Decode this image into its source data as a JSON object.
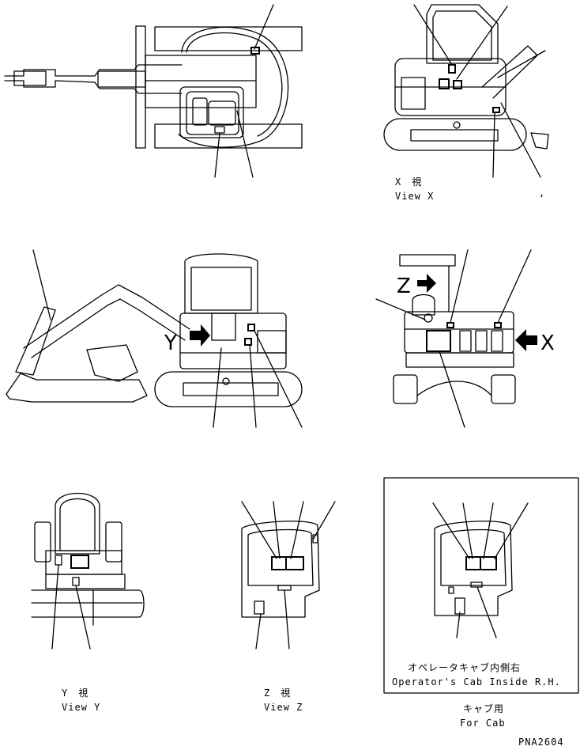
{
  "views": {
    "view_x": {
      "jp": "X　視",
      "en": "View X"
    },
    "view_y": {
      "jp": "Y　視",
      "en": "View Y"
    },
    "view_z": {
      "jp": "Z　視",
      "en": "View Z"
    }
  },
  "arrows": {
    "y": "Y",
    "z": "Z",
    "x": "X"
  },
  "cab_inside": {
    "jp": "オペレータキャブ内側右",
    "en": "Operator's Cab Inside R.H."
  },
  "for_cab": {
    "jp": "キャブ用",
    "en": "For Cab"
  },
  "drawing_number": "PNA2604",
  "stray_mark": ","
}
